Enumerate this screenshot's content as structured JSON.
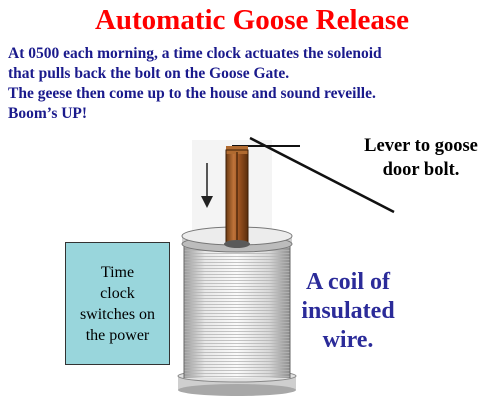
{
  "title": "Automatic Goose Release",
  "intro": [
    "At 0500 each morning, a time clock actuates the solenoid",
    "that pulls back the bolt on the Goose Gate.",
    "The geese then come up to the house and sound reveille.",
    "Boom’s UP!"
  ],
  "lever_label": [
    "Lever to goose",
    "door bolt."
  ],
  "clock_label": [
    "Time",
    "clock",
    "switches on",
    "the power"
  ],
  "coil_label": [
    "A coil of",
    "insulated",
    "wire."
  ],
  "colors": {
    "title": "#ff0000",
    "intro": "#1a1a8c",
    "coil_label": "#2b2b99",
    "clock_box": "#99d6dc"
  }
}
